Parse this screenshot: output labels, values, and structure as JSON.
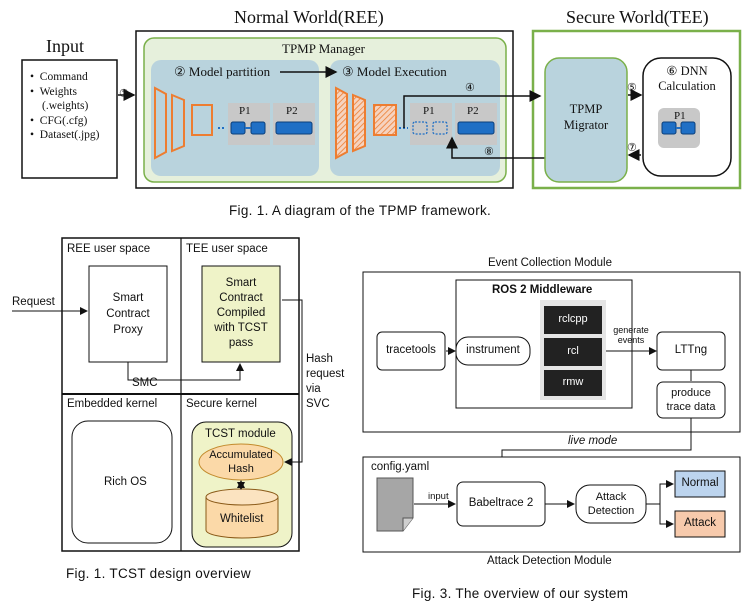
{
  "tpmp": {
    "normal_world_title": "Normal World(REE)",
    "secure_world_title": "Secure World(TEE)",
    "input_title": "Input",
    "input_items": [
      "Command",
      "Weights",
      "(.weights)",
      "CFG(.cfg)",
      "Dataset(.jpg)"
    ],
    "manager_title": "TPMP Manager",
    "step1": "①",
    "partition_label": "② Model partition",
    "execution_label": "③ Model Execution",
    "step4": "④",
    "step8": "⑧",
    "step5": "⑤",
    "step7": "⑦",
    "p1": "P1",
    "p2": "P2",
    "migrator_line1": "TPMP",
    "migrator_line2": "Migrator",
    "dnn_line1": "⑥ DNN",
    "dnn_line2": "Calculation",
    "caption": "Fig. 1. A diagram of the TPMP framework.",
    "colors": {
      "green_border": "#7ab04a",
      "manager_fill": "#e6f0dc",
      "panel_fill": "#b9d3dd",
      "orange": "#ed7d31",
      "blue": "#1f6fc5",
      "gray": "#c8c8c8"
    }
  },
  "tcst": {
    "ree_user": "REE user space",
    "tee_user": "TEE user space",
    "request": "Request",
    "proxy_lines": [
      "Smart",
      "Contract",
      "Proxy"
    ],
    "compiled_lines": [
      "Smart",
      "Contract",
      "Compiled",
      "with TCST",
      "pass"
    ],
    "hash_lines": [
      "Hash",
      "request",
      "via",
      "SVC"
    ],
    "smc": "SMC",
    "embedded_kernel": "Embedded kernel",
    "secure_kernel": "Secure kernel",
    "rich_os": "Rich OS",
    "module": "TCST module",
    "accumulated_lines": [
      "Accumulated",
      "Hash"
    ],
    "whitelist": "Whitelist",
    "caption": "Fig. 1. TCST design overview"
  },
  "ros": {
    "event_module": "Event Collection Module",
    "middleware": "ROS 2 Middleware",
    "tracetools": "tracetools",
    "instrument": "instrument",
    "rclcpp": "rclcpp",
    "rcl": "rcl",
    "rmw": "rmw",
    "generate_lines": [
      "generate",
      "events"
    ],
    "lttng": "LTTng",
    "produce_lines": [
      "produce",
      "trace data"
    ],
    "live_mode": "live mode",
    "config": "config.yaml",
    "input": "input",
    "babeltrace": "Babeltrace 2",
    "attack_detection_lines": [
      "Attack",
      "Detection"
    ],
    "normal": "Normal",
    "attack": "Attack",
    "detection_module": "Attack Detection Module",
    "caption": "Fig. 3. The overview of our system"
  }
}
